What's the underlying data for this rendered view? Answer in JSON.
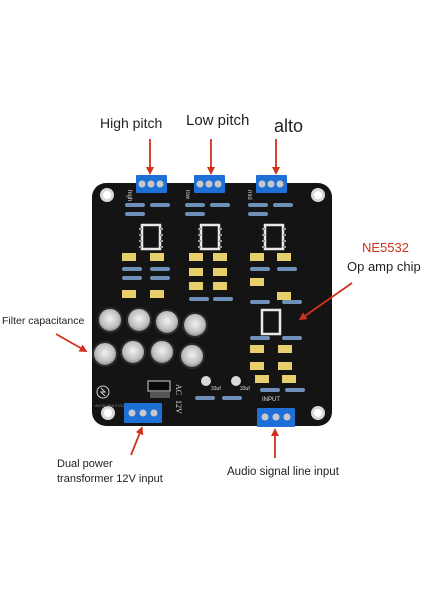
{
  "labels": {
    "high_pitch": "High pitch",
    "low_pitch": "Low pitch",
    "alto": "alto",
    "ne5532": "NE5532",
    "op_amp_chip": "Op amp chip",
    "filter_capacitance": "Filter capacitance",
    "dual_power_line1": "Dual power",
    "dual_power_line2": "transformer 12V input",
    "audio_signal": "Audio signal line input"
  },
  "silkscreen": {
    "high": "high",
    "low": "low",
    "mid": "mid",
    "input": "INPUT",
    "ac": "AC",
    "v12": "12V",
    "cap1": "33uf",
    "cap2": "33uf",
    "board_code": "AC2S 2BA 27/12 ASMA"
  },
  "colors": {
    "pcb": "#141414",
    "terminal": "#1e6fd6",
    "arrow": "#d0321e",
    "film_cap": "#e7cf6c",
    "electrolytic": "#2a2a2a"
  }
}
